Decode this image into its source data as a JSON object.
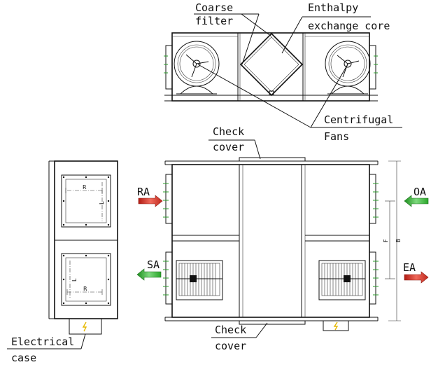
{
  "labels": {
    "coarse_filter_1": "Coarse",
    "coarse_filter_2": "filter",
    "enthalpy_1": "Enthalpy",
    "enthalpy_2": "exchange core",
    "centrifugal_1": "Centrifugal",
    "centrifugal_2": "Fans",
    "check_cover_top_1": "Check",
    "check_cover_top_2": "cover",
    "check_cover_bottom_1": "Check",
    "check_cover_bottom_2": "cover",
    "electrical_1": "Electrical",
    "electrical_2": "case"
  },
  "airflow": {
    "ra": "RA",
    "oa": "OA",
    "sa": "SA",
    "ea": "EA"
  },
  "dimensions": {
    "r_top": "R",
    "l_top": "L",
    "r_bottom": "R",
    "l_bottom": "L",
    "f": "F",
    "b": "B"
  },
  "colors": {
    "red_arrow": "#e23b2e",
    "green_arrow": "#35b335",
    "line": "#111111"
  },
  "icons": {
    "electrical": "lightning-bolt-icon"
  }
}
